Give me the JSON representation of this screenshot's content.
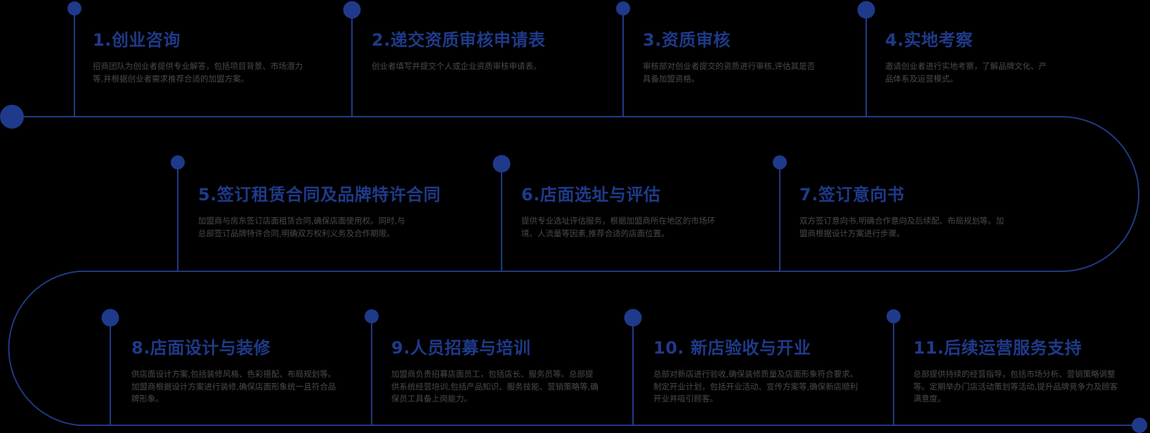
{
  "colors": {
    "background": "#000000",
    "accent": "#1f3a8a",
    "line": "#203a85",
    "description_text": "#4a4a4a"
  },
  "steps": [
    {
      "number": "1",
      "title": "1.创业咨询",
      "description": "招商团队为创业者提供专业解答，包括项目背景、市场潜力等,并根据创业者需求推荐合适的加盟方案。"
    },
    {
      "number": "2",
      "title": "2.递交资质审核申请表",
      "description": "创业者填写并提交个人或企业资质审核申请表。"
    },
    {
      "number": "3",
      "title": "3.资质审核",
      "description": "审核部对创业者提交的资质进行审核,评估其是否具备加盟资格。"
    },
    {
      "number": "4",
      "title": "4.实地考察",
      "description": "邀请创业者进行实地考察，了解品牌文化、产品体系及运营模式。"
    },
    {
      "number": "5",
      "title": "5.签订租赁合同及品牌特许合同",
      "description": "加盟商与房东签订店面租赁合同,确保店面使用权。同时,与总部签订品牌特许合同,明确双方权利义务及合作期限。"
    },
    {
      "number": "6",
      "title": "6.店面选址与评估",
      "description": "提供专业选址评估服务，根据加盟商所在地区的市场环境、人流量等因素,推荐合适的店面位置。"
    },
    {
      "number": "7",
      "title": "7.签订意向书",
      "description": "双方签订意向书,明确合作意向及后续配、布局规划等。加盟商根据设计方案进行步骤。"
    },
    {
      "number": "8",
      "title": "8.店面设计与装修",
      "description": "供店面设计方案,包括装修风格、色彩搭配、布局规划等。加盟商根据设计方案进行装修,确保店面形象统一且符合品牌形象。"
    },
    {
      "number": "9",
      "title": "9.人员招募与培训",
      "description": "加盟商负责招募店面员工，包括店长、服务员等。总部提供系统经营培训,包括产品知识、服务技能、营销策略等,确保员工具备上岗能力。"
    },
    {
      "number": "10",
      "title": "10. 新店验收与开业",
      "description": "总部对新店进行验收,确保装修质量及店面形象符合要求。制定开业计划，包括开业活动、宣传方案等,确保新店顺利开业并吸引顾客。"
    },
    {
      "number": "11",
      "title": "11.后续运营服务支持",
      "description": "总部提供持续的经营指导，包括市场分析、营销策略调整等。定期举办门店活动策划等活动,提升品牌竞争力及顾客满意度。"
    }
  ]
}
